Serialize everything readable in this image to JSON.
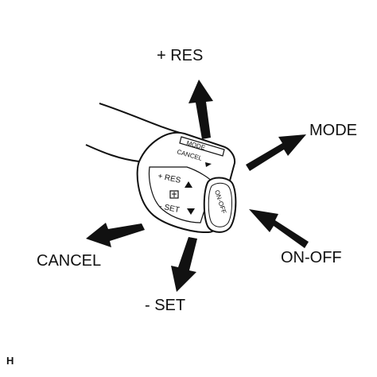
{
  "labels": {
    "res": "+ RES",
    "mode": "MODE",
    "cancel": "CANCEL",
    "on_off": "ON-OFF",
    "set": "- SET"
  },
  "lever_marks": {
    "mode": "MODE",
    "cancel": "CANCEL",
    "res": "+ RES",
    "set": "- SET",
    "on_off": "ON-OFF"
  },
  "figure_id": "H",
  "colors": {
    "ink": "#111111",
    "background": "#ffffff"
  }
}
